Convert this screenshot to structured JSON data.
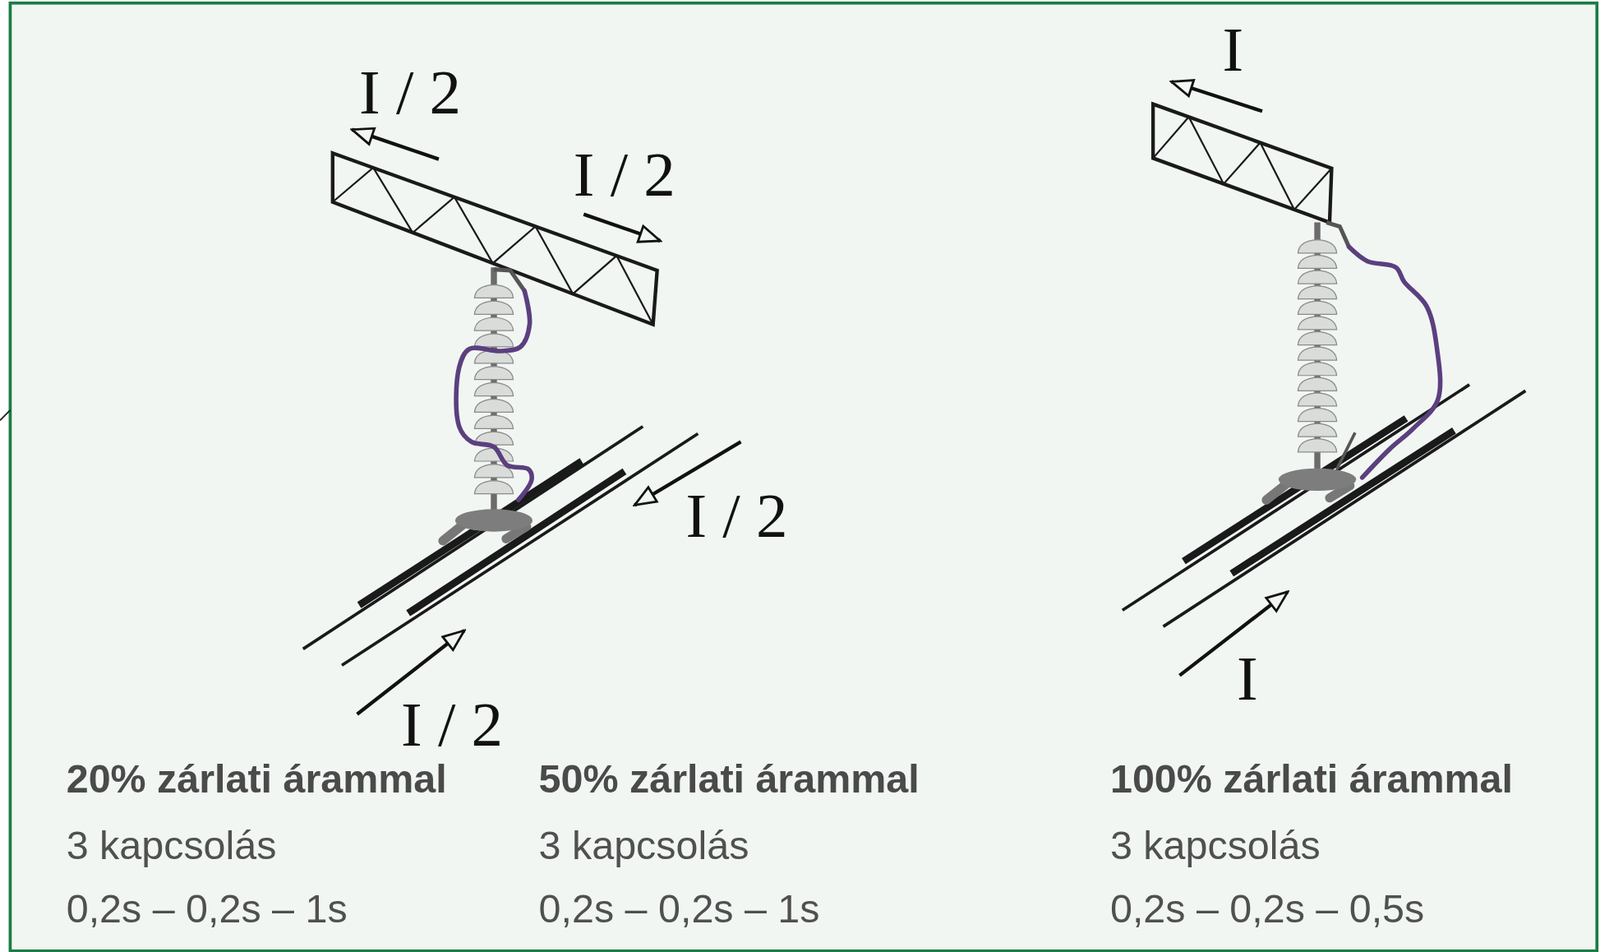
{
  "diagram": {
    "labels": [
      "I / 2",
      "I / 2",
      "I",
      "I / 2",
      "I / 2",
      "I",
      "20% zárlati árammal",
      "3 kapcsolás",
      "0,2s – 0,2s – 1s",
      "50% zárlati árammal",
      "3 kapcsolás",
      "0,2s – 0,2s – 1s",
      "100% zárlati árammal",
      "3 kapcsolás",
      "0,2s – 0,2s – 0,5s"
    ]
  }
}
